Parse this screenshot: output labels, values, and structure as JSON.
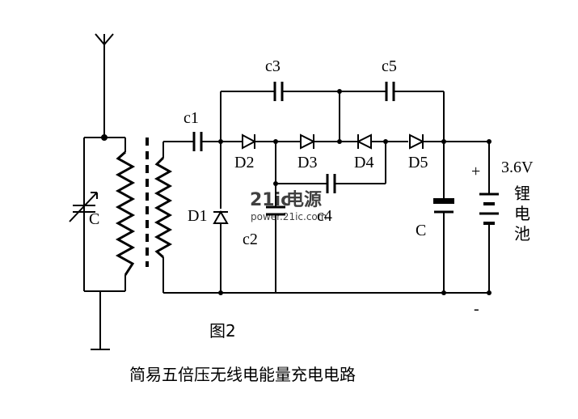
{
  "labels": {
    "c1": "c1",
    "c2": "c2",
    "c3": "c3",
    "c4": "c4",
    "c5": "c5",
    "d1": "D1",
    "d2": "D2",
    "d3": "D3",
    "d4": "D4",
    "d5": "D5",
    "c_tuning": "C",
    "c_out": "C",
    "voltage": "3.6V",
    "plus": "+",
    "minus": "-",
    "battery_line1": "锂",
    "battery_line2": "电",
    "battery_line3": "池"
  },
  "figure_label": "图2",
  "caption": "简易五倍压无线电能量充电电路",
  "watermark": {
    "brand": "21ic",
    "brand_suffix": "电源",
    "url": "power.21ic.com",
    "color": "#d8283c"
  }
}
